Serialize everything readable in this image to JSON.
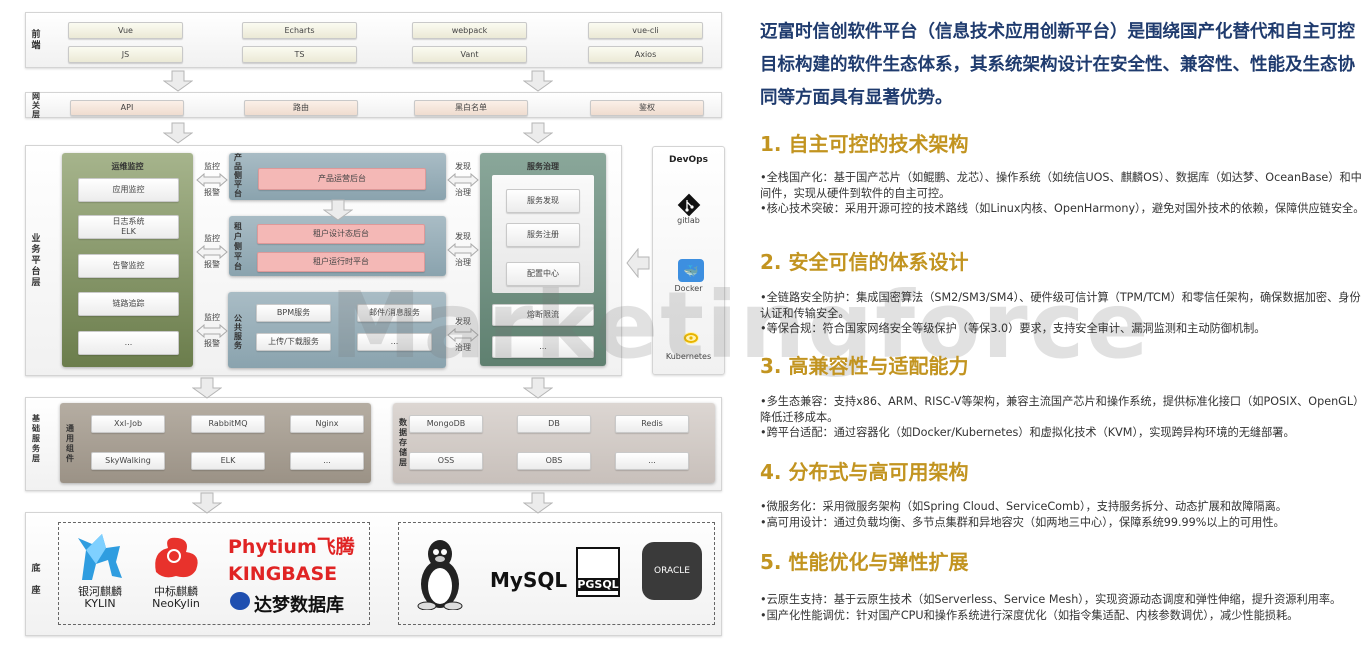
{
  "diagram": {
    "frontend": {
      "label": "前端",
      "items": [
        "Vue",
        "Echarts",
        "webpack",
        "vue-cli",
        "JS",
        "TS",
        "Vant",
        "Axios"
      ]
    },
    "gateway": {
      "label": "网关层",
      "items": [
        "API",
        "路由",
        "黑白名单",
        "鉴权"
      ]
    },
    "business": {
      "label": "业务平台层",
      "ops": {
        "title": "运维监控",
        "items": [
          "应用监控",
          "日志系统\nELK",
          "告警监控",
          "链路追踪",
          "..."
        ]
      },
      "monitor_link": [
        "监控",
        "报警"
      ],
      "discover_link": [
        "发现",
        "治理"
      ],
      "product": {
        "label": "产品侧平台",
        "items": [
          "产品运营后台"
        ]
      },
      "tenant": {
        "label": "租户侧平台",
        "items": [
          "租户设计态后台",
          "租户运行时平台"
        ]
      },
      "public": {
        "label": "公共服务",
        "items": [
          "BPM服务",
          "邮件/消息服务",
          "上传/下载服务",
          "..."
        ]
      },
      "governance": {
        "title": "服务治理",
        "items": [
          "服务发现",
          "服务注册",
          "配置中心",
          "熔断限流",
          "..."
        ]
      },
      "devops": {
        "title": "DevOps",
        "items": [
          "gitlab",
          "Docker",
          "Kubernetes"
        ]
      }
    },
    "base_services": {
      "label": "基础服务层",
      "common": {
        "label": "通用组件",
        "items": [
          "Xxl-Job",
          "RabbitMQ",
          "Nginx",
          "SkyWalking",
          "ELK",
          "..."
        ]
      },
      "storage": {
        "label": "数据存储层",
        "items": [
          "MongoDB",
          "DB",
          "Redis",
          "OSS",
          "OBS",
          "..."
        ]
      }
    },
    "base": {
      "label": "底座",
      "logos_left": [
        "银河麒麟 KYLIN",
        "中标麒麟 NeoKylin",
        "Phytium飞腾",
        "KINGBASE",
        "达梦数据库"
      ],
      "logos_right": [
        "Linux",
        "MySQL",
        "PGSQL",
        "ORACLE"
      ]
    },
    "watermark": "Marketingforce"
  },
  "article": {
    "intro": "迈富时信创软件平台（信息技术应用创新平台）是围绕国产化替代和自主可控目标构建的软件生态体系，其系统架构设计在安全性、兼容性、性能及生态协同等方面具有显著优势。",
    "sections": [
      {
        "title": "1. 自主可控的技术架构",
        "points": [
          "•全栈国产化：基于国产芯片（如鲲鹏、龙芯）、操作系统（如统信UOS、麒麟OS）、数据库（如达梦、OceanBase）和中间件，实现从硬件到软件的自主可控。",
          "•核心技术突破：采用开源可控的技术路线（如Linux内核、OpenHarmony），避免对国外技术的依赖，保障供应链安全。"
        ]
      },
      {
        "title": "2. 安全可信的体系设计",
        "points": [
          "•全链路安全防护：集成国密算法（SM2/SM3/SM4）、硬件级可信计算（TPM/TCM）和零信任架构，确保数据加密、身份认证和传输安全。",
          "•等保合规：符合国家网络安全等级保护（等保3.0）要求，支持安全审计、漏洞监测和主动防御机制。"
        ]
      },
      {
        "title": "3. 高兼容性与适配能力",
        "points": [
          "•多生态兼容：支持x86、ARM、RISC-V等架构，兼容主流国产芯片和操作系统，提供标准化接口（如POSIX、OpenGL）降低迁移成本。",
          "•跨平台适配：通过容器化（如Docker/Kubernetes）和虚拟化技术（KVM），实现跨异构环境的无缝部署。"
        ]
      },
      {
        "title": "4. 分布式与高可用架构",
        "points": [
          "•微服务化：采用微服务架构（如Spring Cloud、ServiceComb），支持服务拆分、动态扩展和故障隔离。",
          "•高可用设计：通过负载均衡、多节点集群和异地容灾（如两地三中心），保障系统99.99%以上的可用性。"
        ]
      },
      {
        "title": "5. 性能优化与弹性扩展",
        "points": [
          "•云原生支持：基于云原生技术（如Serverless、Service Mesh），实现资源动态调度和弹性伸缩，提升资源利用率。",
          "•国产化性能调优：针对国产CPU和操作系统进行深度优化（如指令集适配、内核参数调优），减少性能损耗。"
        ]
      }
    ]
  },
  "colors": {
    "navy": "#1f3b6e",
    "gold": "#c29420",
    "ops_green": "#7b8c5c",
    "platform_blue": "#8fa8b3",
    "gov_green": "#6f8f80",
    "pink": "#f4b8b6"
  }
}
